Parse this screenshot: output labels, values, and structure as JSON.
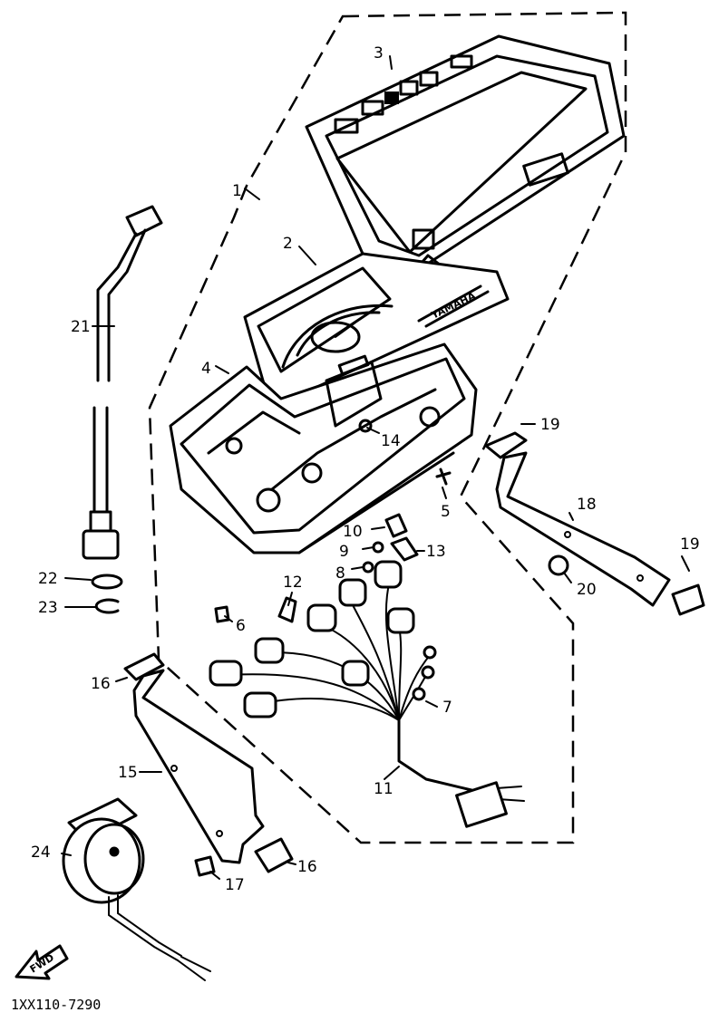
{
  "figure_code": "1XX110-7290",
  "direction_arrow_label": "FWD",
  "callouts": [
    {
      "id": "c1",
      "label": "1"
    },
    {
      "id": "c2",
      "label": "2"
    },
    {
      "id": "c3",
      "label": "3"
    },
    {
      "id": "c4",
      "label": "4"
    },
    {
      "id": "c5",
      "label": "5"
    },
    {
      "id": "c6",
      "label": "6"
    },
    {
      "id": "c7",
      "label": "7"
    },
    {
      "id": "c8",
      "label": "8"
    },
    {
      "id": "c9",
      "label": "9"
    },
    {
      "id": "c10",
      "label": "10"
    },
    {
      "id": "c11",
      "label": "11"
    },
    {
      "id": "c12",
      "label": "12"
    },
    {
      "id": "c13",
      "label": "13"
    },
    {
      "id": "c14",
      "label": "14"
    },
    {
      "id": "c15",
      "label": "15"
    },
    {
      "id": "c16a",
      "label": "16"
    },
    {
      "id": "c16b",
      "label": "16"
    },
    {
      "id": "c17",
      "label": "17"
    },
    {
      "id": "c18",
      "label": "18"
    },
    {
      "id": "c19a",
      "label": "19"
    },
    {
      "id": "c19b",
      "label": "19"
    },
    {
      "id": "c20",
      "label": "20"
    },
    {
      "id": "c21",
      "label": "21"
    },
    {
      "id": "c22",
      "label": "22"
    },
    {
      "id": "c23",
      "label": "23"
    },
    {
      "id": "c24",
      "label": "24"
    }
  ]
}
